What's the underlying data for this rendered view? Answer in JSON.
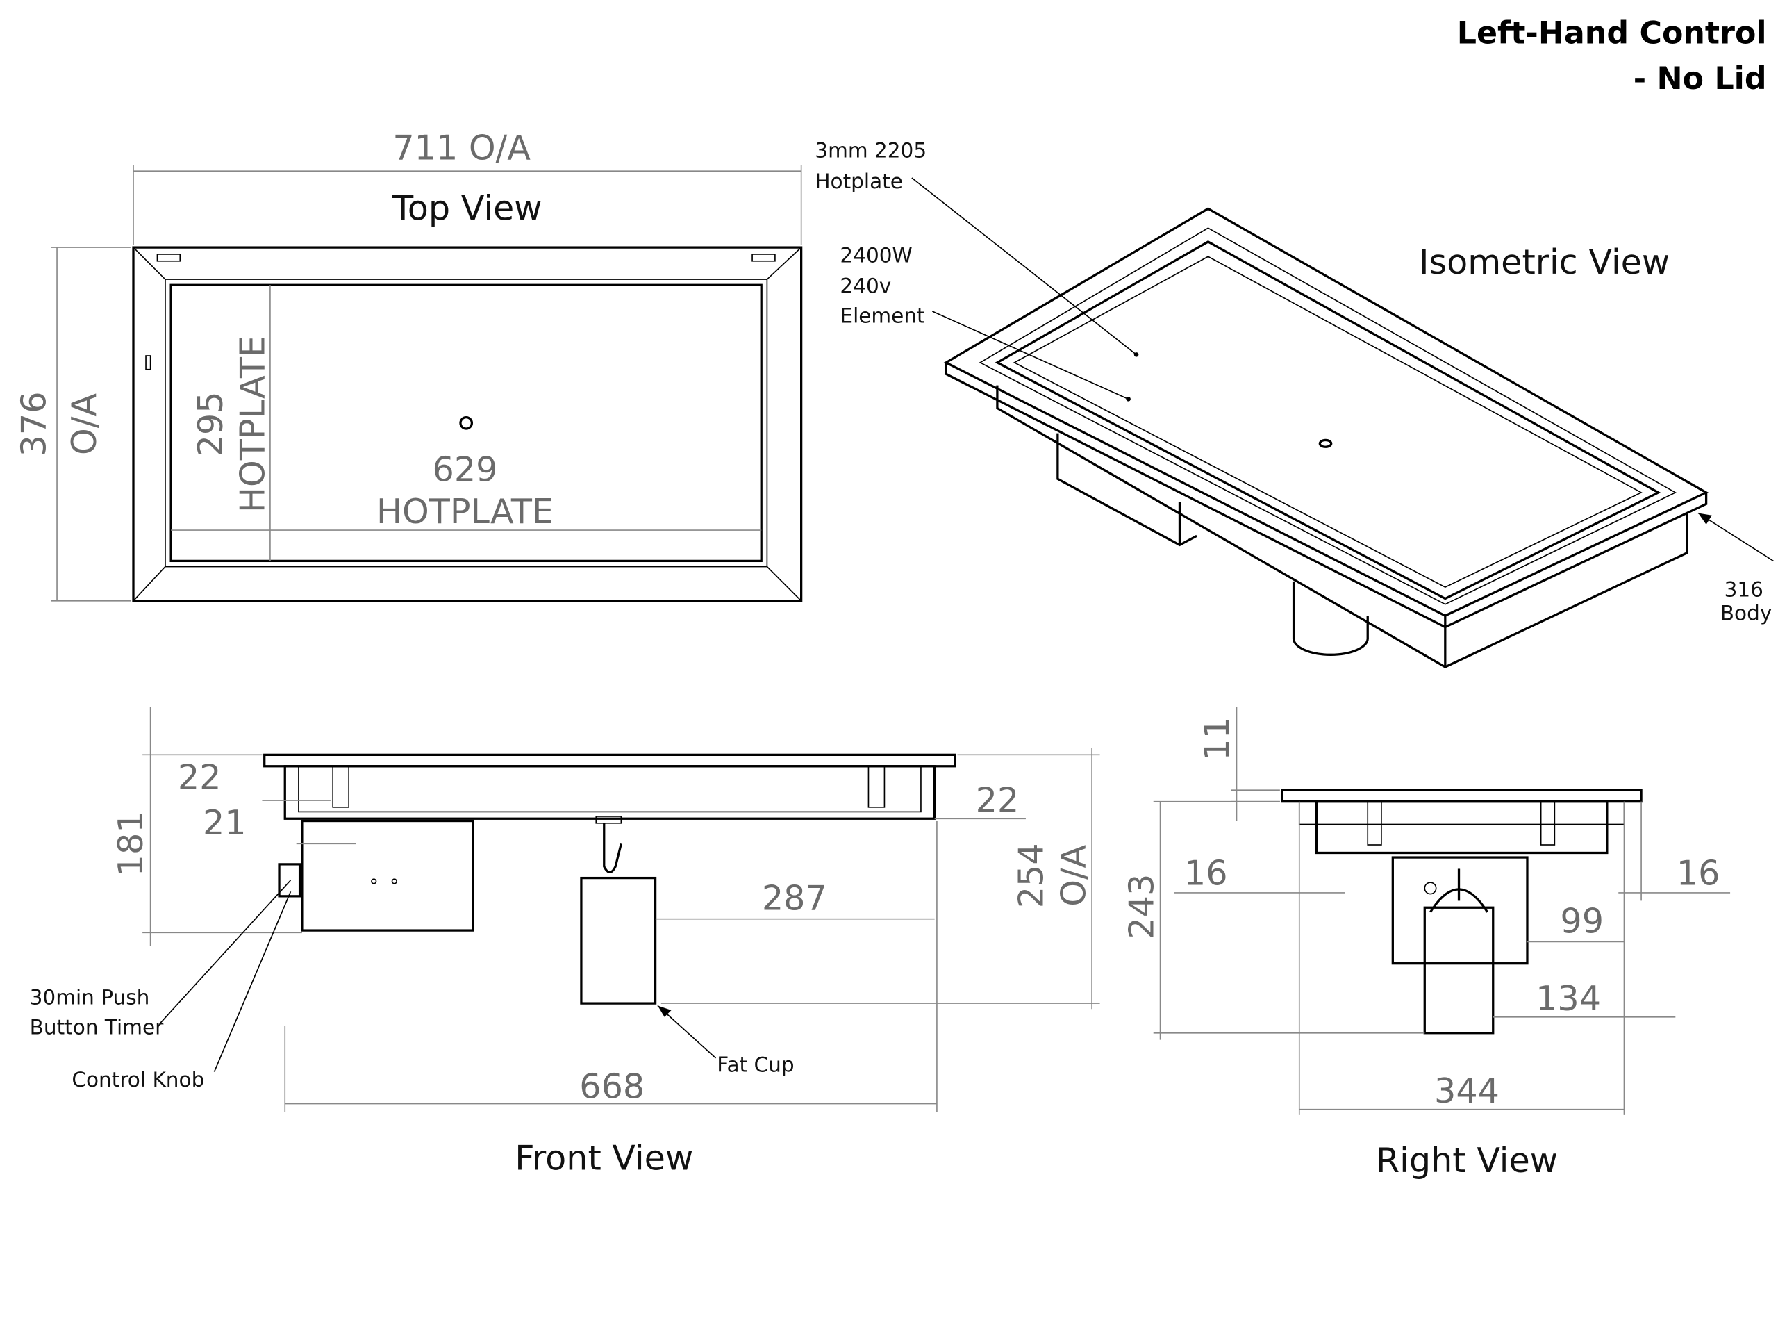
{
  "title": {
    "line1": "Left-Hand Control",
    "line2": "- No Lid"
  },
  "views": {
    "top": "Top View",
    "isometric": "Isometric View",
    "front": "Front View",
    "right": "Right View"
  },
  "top_view": {
    "overall_width": "711 O/A",
    "overall_depth": "376",
    "overall_depth_suffix": "O/A",
    "hotplate_depth": "295",
    "hotplate_depth_label": "HOTPLATE",
    "hotplate_width": "629",
    "hotplate_width_label": "HOTPLATE"
  },
  "isometric_view": {
    "callouts": [
      {
        "lines": [
          "3mm 2205",
          "Hotplate"
        ]
      },
      {
        "lines": [
          "2400W",
          "240v",
          "Element"
        ]
      },
      {
        "lines": [
          "316",
          "Body"
        ]
      }
    ]
  },
  "front_view": {
    "dims": {
      "left_offset_top": "22",
      "left_offset_box": "21",
      "height": "181",
      "right_offset": "22",
      "overall_height": "254",
      "overall_height_suffix": "O/A",
      "cup_offset": "287",
      "width": "668"
    },
    "callouts": {
      "timer": [
        "30min Push",
        "Button Timer"
      ],
      "knob": "Control Knob",
      "fat_cup": "Fat Cup"
    }
  },
  "right_view": {
    "dims": {
      "top_thickness": "11",
      "left_offset": "16",
      "right_offset": "16",
      "height": "243",
      "box_offset": "99",
      "cup_offset": "134",
      "width": "344"
    }
  }
}
